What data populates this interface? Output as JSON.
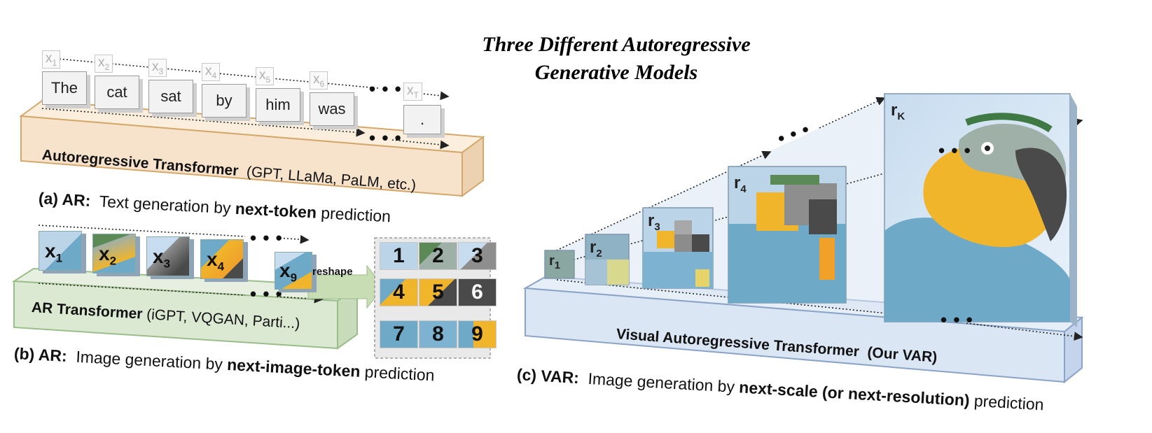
{
  "title": {
    "line1": "Three  Different  Autoregressive",
    "line2": "Generative  Models"
  },
  "panel_a": {
    "tokens": [
      "The",
      "cat",
      "sat",
      "by",
      "him",
      "was",
      "."
    ],
    "token_labels": [
      {
        "base": "x",
        "sub": "1"
      },
      {
        "base": "x",
        "sub": "2"
      },
      {
        "base": "x",
        "sub": "3"
      },
      {
        "base": "x",
        "sub": "4"
      },
      {
        "base": "x",
        "sub": "5"
      },
      {
        "base": "x",
        "sub": "6"
      },
      {
        "base": "x",
        "sub": "T"
      }
    ],
    "ellipsis": "• • •",
    "box_label_bold": "Autoregressive Transformer",
    "box_label_rest": "(GPT, LLaMa, PaLM, etc.)",
    "caption_prefix": "(a) AR:",
    "caption_text": "Text generation by",
    "caption_bold": "next-token",
    "caption_suffix": "prediction"
  },
  "panel_b": {
    "image_tokens": [
      {
        "base": "x",
        "sub": "1"
      },
      {
        "base": "x",
        "sub": "2"
      },
      {
        "base": "x",
        "sub": "3"
      },
      {
        "base": "x",
        "sub": "4"
      },
      {
        "base": "x",
        "sub": "9"
      }
    ],
    "ellipsis": "• • •",
    "reshape_label": "reshape",
    "grid_numbers": [
      "1",
      "2",
      "3",
      "4",
      "5",
      "6",
      "7",
      "8",
      "9"
    ],
    "box_label_bold": "AR Transformer",
    "box_label_rest": "(iGPT, VQGAN, Parti...)",
    "caption_prefix": "(b) AR:",
    "caption_text": "Image generation by",
    "caption_bold": "next-image-token",
    "caption_suffix": "prediction"
  },
  "panel_c": {
    "scales": [
      {
        "base": "r",
        "sub": "1"
      },
      {
        "base": "r",
        "sub": "2"
      },
      {
        "base": "r",
        "sub": "3"
      },
      {
        "base": "r",
        "sub": "4"
      },
      {
        "base": "r",
        "sub": "K"
      }
    ],
    "ellipsis": "• • •",
    "box_label_bold": "Visual Autoregressive Transformer",
    "box_label_rest": "(Our VAR)",
    "caption_prefix": "(c) VAR:",
    "caption_text": "Image generation by",
    "caption_bold": "next-scale (or next-resolution)",
    "caption_suffix": "prediction"
  },
  "colors": {
    "panel_a_box": "#f7e3cc",
    "panel_a_edge": "#d4a76a",
    "panel_b_box": "#dbe9d3",
    "panel_b_edge": "#9bbd8a",
    "panel_c_box": "#dbe6f4",
    "panel_c_edge": "#8aa3c6",
    "parrot_blue": "#6fa9c8",
    "parrot_yellow": "#f0b52a",
    "parrot_gray": "#5d5d5d"
  }
}
